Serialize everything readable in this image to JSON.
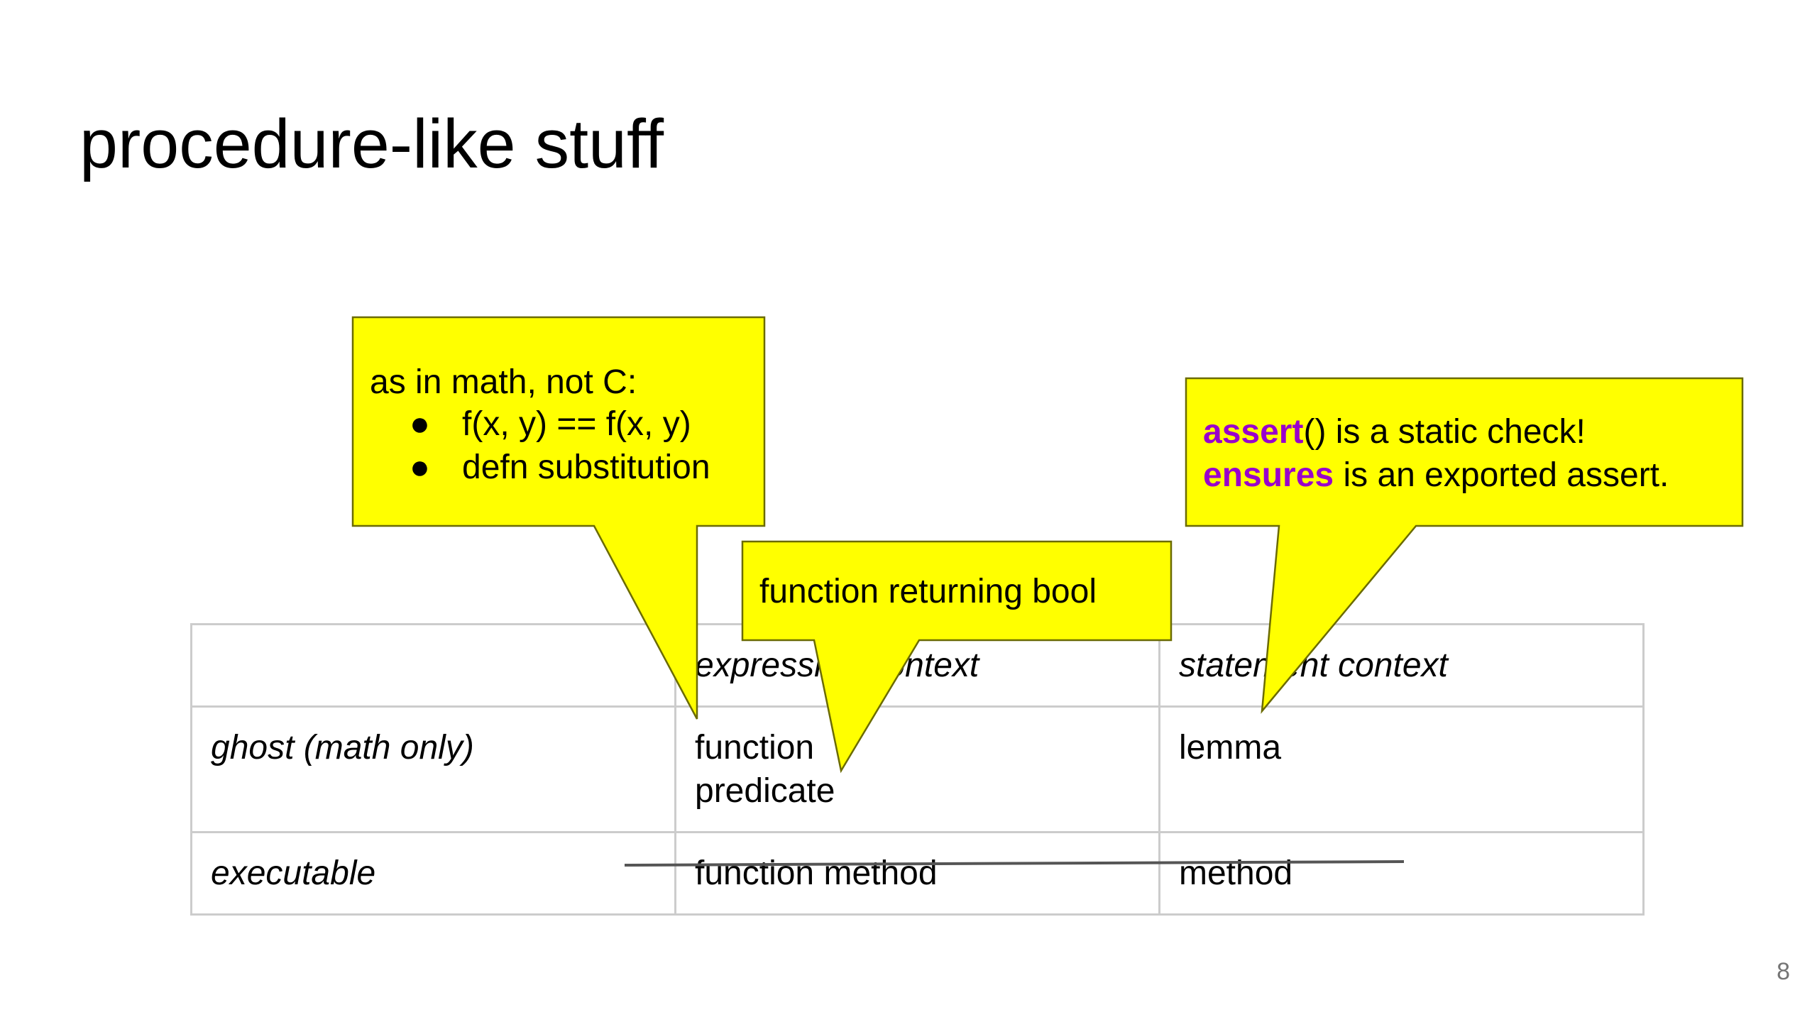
{
  "slide": {
    "title": "procedure-like stuff",
    "page_number": "8"
  },
  "table": {
    "header": [
      "",
      "expression context",
      "statement context"
    ],
    "rows": [
      {
        "label": "ghost (math only)",
        "expr_lines": [
          "function",
          "predicate"
        ],
        "stmt": "lemma"
      },
      {
        "label": "executable",
        "expr": "function method",
        "stmt": "method"
      }
    ]
  },
  "callouts": {
    "math": {
      "heading": "as in math, not C:",
      "bullets": [
        "f(x, y) == f(x, y)",
        "defn substitution"
      ],
      "bullet_glyph": "●"
    },
    "bool": {
      "text": "function returning bool"
    },
    "assert": {
      "line1_kw": "assert",
      "line1_rest": "() is a static check!",
      "line2_kw": "ensures",
      "line2_rest": " is an exported assert."
    },
    "fill_color": "#ffff00",
    "keyword_color": "#9900cc"
  }
}
